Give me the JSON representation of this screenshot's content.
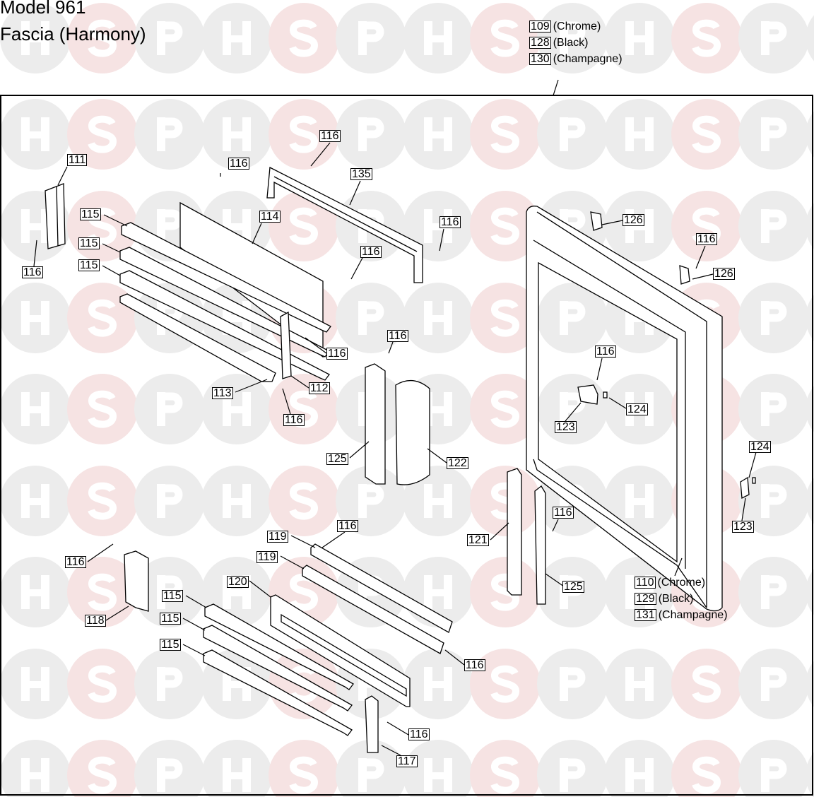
{
  "header": {
    "model": "Model 961",
    "section": "Fascia (Harmony)"
  },
  "watermark": {
    "letters": [
      "H",
      "S",
      "P"
    ],
    "grey": "#ececec",
    "pink": "#f6e3e3",
    "letter": "#ffffff"
  },
  "labels": [
    {
      "num": "109",
      "note": "(Chrome)"
    },
    {
      "num": "128",
      "note": "(Black)"
    },
    {
      "num": "130",
      "note": "(Champagne)"
    },
    {
      "num": "111"
    },
    {
      "num": "116"
    },
    {
      "num": "116"
    },
    {
      "num": "135"
    },
    {
      "num": "116"
    },
    {
      "num": "114"
    },
    {
      "num": "115"
    },
    {
      "num": "115"
    },
    {
      "num": "115"
    },
    {
      "num": "116"
    },
    {
      "num": "116"
    },
    {
      "num": "126"
    },
    {
      "num": "116"
    },
    {
      "num": "126"
    },
    {
      "num": "116"
    },
    {
      "num": "116"
    },
    {
      "num": "112"
    },
    {
      "num": "113"
    },
    {
      "num": "116"
    },
    {
      "num": "116"
    },
    {
      "num": "123"
    },
    {
      "num": "124"
    },
    {
      "num": "125"
    },
    {
      "num": "122"
    },
    {
      "num": "124"
    },
    {
      "num": "123"
    },
    {
      "num": "116"
    },
    {
      "num": "121"
    },
    {
      "num": "125"
    },
    {
      "num": "116"
    },
    {
      "num": "119"
    },
    {
      "num": "116"
    },
    {
      "num": "119"
    },
    {
      "num": "120"
    },
    {
      "num": "118"
    },
    {
      "num": "115"
    },
    {
      "num": "115"
    },
    {
      "num": "115"
    },
    {
      "num": "116"
    },
    {
      "num": "110",
      "note": "(Chrome)"
    },
    {
      "num": "129",
      "note": "(Black)"
    },
    {
      "num": "131",
      "note": "(Champagne)"
    },
    {
      "num": "116"
    },
    {
      "num": "117"
    }
  ]
}
